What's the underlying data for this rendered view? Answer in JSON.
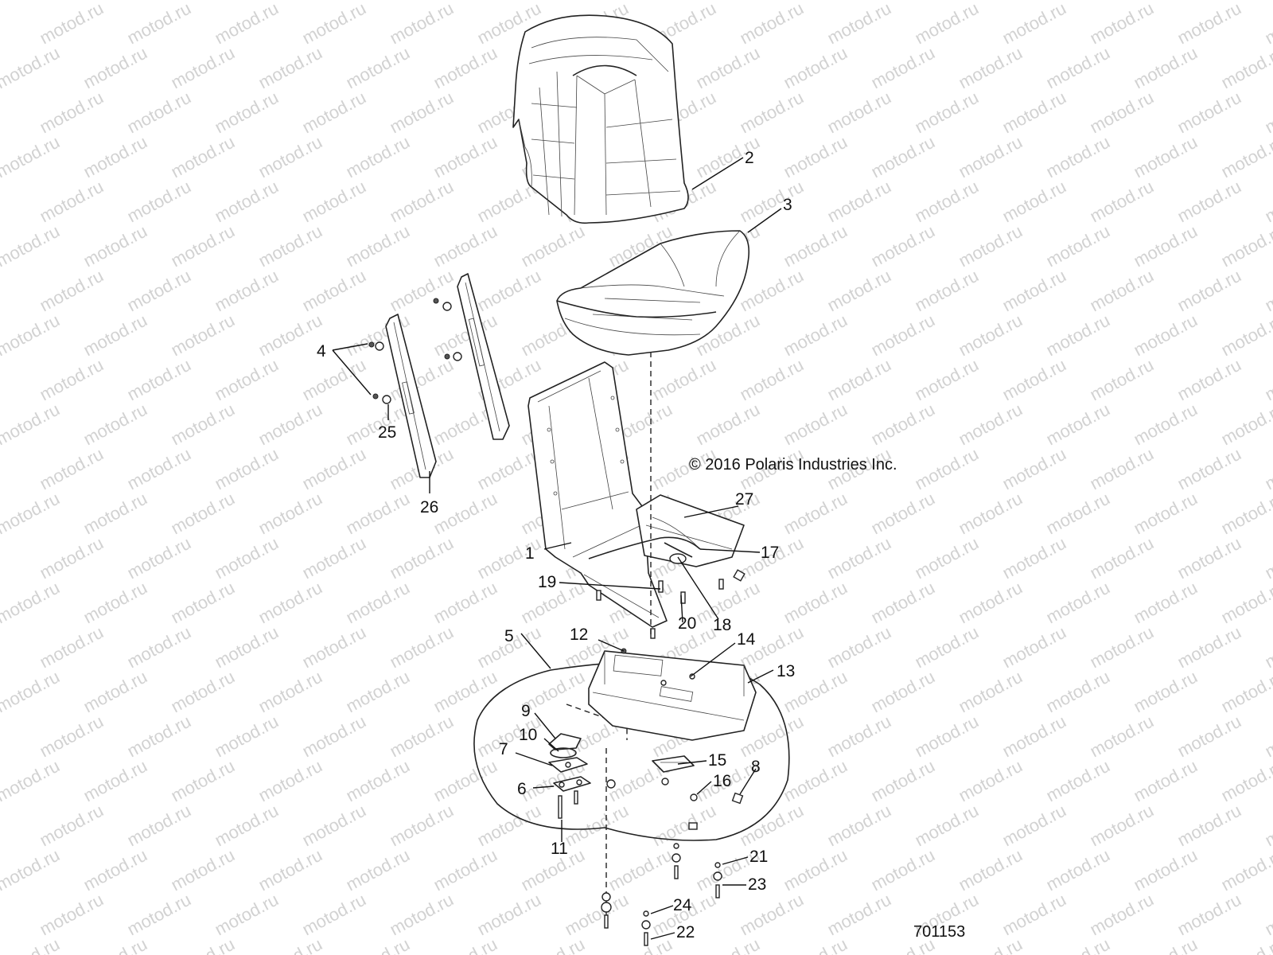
{
  "watermark": {
    "text": "motod.ru"
  },
  "copyright": "© 2016 Polaris Industries Inc.",
  "document_number": "701153",
  "callouts": [
    {
      "id": "1",
      "label": "1"
    },
    {
      "id": "2",
      "label": "2"
    },
    {
      "id": "3",
      "label": "3"
    },
    {
      "id": "4",
      "label": "4"
    },
    {
      "id": "5",
      "label": "5"
    },
    {
      "id": "6",
      "label": "6"
    },
    {
      "id": "7",
      "label": "7"
    },
    {
      "id": "8",
      "label": "8"
    },
    {
      "id": "9",
      "label": "9"
    },
    {
      "id": "10",
      "label": "10"
    },
    {
      "id": "11",
      "label": "11"
    },
    {
      "id": "12",
      "label": "12"
    },
    {
      "id": "13",
      "label": "13"
    },
    {
      "id": "14",
      "label": "14"
    },
    {
      "id": "15",
      "label": "15"
    },
    {
      "id": "16",
      "label": "16"
    },
    {
      "id": "17",
      "label": "17"
    },
    {
      "id": "18",
      "label": "18"
    },
    {
      "id": "19",
      "label": "19"
    },
    {
      "id": "20",
      "label": "20"
    },
    {
      "id": "21",
      "label": "21"
    },
    {
      "id": "22",
      "label": "22"
    },
    {
      "id": "23",
      "label": "23"
    },
    {
      "id": "24",
      "label": "24"
    },
    {
      "id": "25",
      "label": "25"
    },
    {
      "id": "26",
      "label": "26"
    },
    {
      "id": "27",
      "label": "27"
    }
  ]
}
